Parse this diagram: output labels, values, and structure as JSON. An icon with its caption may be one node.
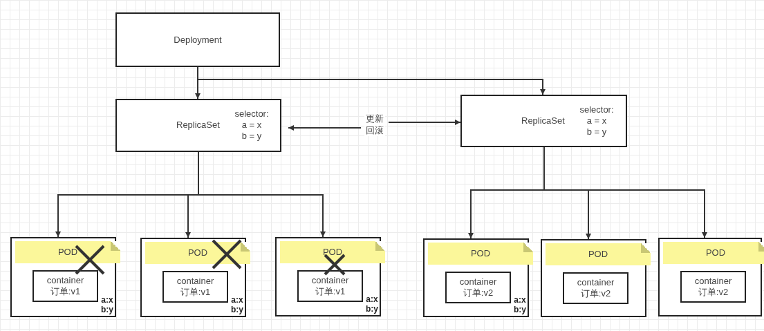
{
  "diagram": {
    "nodes": [
      {
        "text": [
          "Deployment"
        ]
      },
      {
        "text": [
          "ReplicaSet",
          "selector: a = x b = y"
        ]
      },
      {
        "text": [
          "更新",
          "回滚"
        ]
      },
      {
        "text": [
          "ReplicaSet",
          "selector: a = x b = y"
        ]
      },
      {
        "text": [
          "POD",
          "a:x b:y"
        ]
      },
      {
        "text": [
          "container 订单:v1"
        ],
        "in": 4
      },
      {
        "text": [
          "POD",
          "a:x b:y"
        ]
      },
      {
        "text": [
          "container 订单:v1"
        ],
        "in": 6
      },
      {
        "text": [
          "POD",
          "a:x b:y"
        ]
      },
      {
        "text": [
          "container 订单:v1"
        ],
        "in": 8
      },
      {
        "text": [
          "POD",
          "a:x b:y"
        ]
      },
      {
        "text": [
          "container 订单:v2"
        ],
        "in": 10
      },
      {
        "text": [
          "POD"
        ]
      },
      {
        "text": [
          "container 订单:v2"
        ],
        "in": 12
      },
      {
        "text": [
          "POD"
        ]
      },
      {
        "text": [
          "container 订单:v2"
        ],
        "in": 14
      }
    ],
    "edges": [
      {
        "from": 0,
        "to": 1,
        "arrow": "to"
      },
      {
        "from": 0,
        "to": 3,
        "arrow": "to"
      },
      {
        "from": 2,
        "to": 1,
        "arrow": "to"
      },
      {
        "from": 2,
        "to": 3,
        "arrow": "to"
      },
      {
        "from": 1,
        "to": 4,
        "arrow": "to"
      },
      {
        "from": 1,
        "to": 6,
        "arrow": "to"
      },
      {
        "from": 1,
        "to": 8,
        "arrow": "to"
      },
      {
        "from": 3,
        "to": 10,
        "arrow": "to"
      },
      {
        "from": 3,
        "to": 12,
        "arrow": "to"
      },
      {
        "from": 3,
        "to": 14,
        "arrow": "to"
      }
    ]
  }
}
